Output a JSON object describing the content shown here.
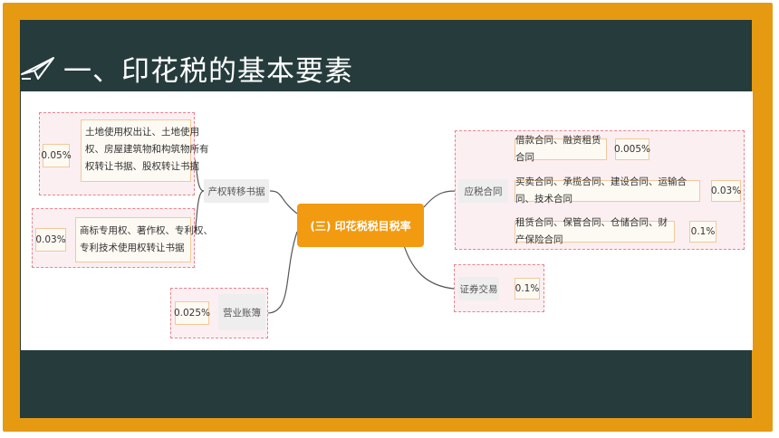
{
  "header": {
    "title": "一、印花税的基本要素"
  },
  "mindmap": {
    "root": "(三) 印花税税目税率",
    "left": [
      {
        "label": "产权转移书据",
        "groups": [
          {
            "rate": "0.05%",
            "text": [
              "土地使用权出让、土地使用",
              "权、房屋建筑物和构筑物所有",
              "权转让书据、股权转让书据"
            ]
          },
          {
            "rate": "0.03%",
            "text": [
              "商标专用权、著作权、专利权、",
              "专利技术使用权转让书据"
            ]
          }
        ]
      },
      {
        "label": "营业账簿",
        "rate": "0.025%"
      }
    ],
    "right": [
      {
        "label": "应税合同",
        "items": [
          {
            "text": "借款合同、融资租赁合同",
            "rate": "0.005%"
          },
          {
            "text": "买卖合同、承揽合同、建设合同、运输合同、技术合同",
            "rate": "0.03%"
          },
          {
            "text": "租赁合同、保管合同、仓储合同、财产保险合同",
            "rate": "0.1%"
          }
        ]
      },
      {
        "label": "证券交易",
        "rate": "0.1%"
      }
    ]
  },
  "colors": {
    "frame": "#e59a12",
    "board": "#263c3c",
    "root": "#f29a10",
    "dash": "#e58592"
  }
}
